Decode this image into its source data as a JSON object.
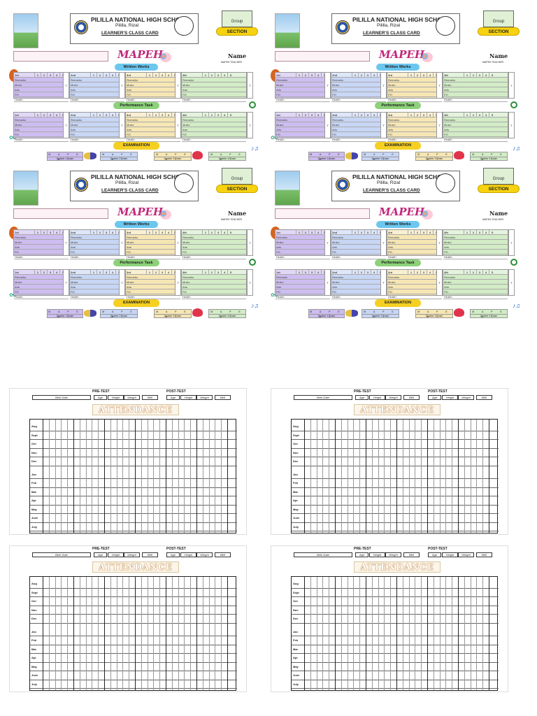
{
  "card": {
    "school_name": "PILILLA NATIONAL HIGH SCHOOL",
    "location": "Pililla, Rizal",
    "card_title": "LEARNER'S CLASS CARD",
    "group_label": "Group",
    "section_label": "SECTION",
    "subject_title": "MAPEH",
    "name_label": "Name",
    "teacher_label": "MAPEH TEACHER",
    "written_works_label": "Written Works",
    "performance_task_label": "Performance Task",
    "examination_label": "EXAMINATION",
    "quarters": [
      "1st",
      "2nd",
      "3rd",
      "4th"
    ],
    "score_columns": [
      "1",
      "2",
      "3",
      "4",
      "5"
    ],
    "total_label": "T",
    "components": [
      "Remarks",
      "Music",
      "Arts",
      "P.E.",
      "Health"
    ],
    "exam_letters": "M A P E H T",
    "exam_quarters": [
      "Quarter 1 Exam",
      "Quarter 2 Exam",
      "Quarter 3 Exam",
      "Quarter 4 Exam"
    ]
  },
  "attendance": {
    "pre_test_label": "PRE-TEST",
    "post_test_label": "POST-TEST",
    "birth_date_label": "Birth Date",
    "pre_fields": [
      "Age",
      "Height",
      "Weight",
      "BMI"
    ],
    "post_fields": [
      "Age",
      "Height",
      "Weight",
      "BMI"
    ],
    "title": "ATTENDANCE",
    "months_first": [
      "Aug",
      "Sept",
      "Oct",
      "Nov",
      "Dec"
    ],
    "months_second": [
      "Jan",
      "Feb",
      "Mar",
      "Apr",
      "May",
      "June",
      "July"
    ]
  }
}
